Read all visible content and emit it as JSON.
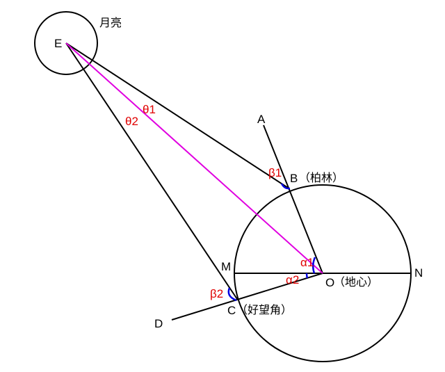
{
  "labels": {
    "E": "E",
    "moon": "月亮",
    "A": "A",
    "B": "B",
    "berlin": "（柏林）",
    "M": "M",
    "N": "N",
    "O": "O",
    "earth_center": "（地心）",
    "C": "C",
    "cape": "（好望角）",
    "D": "D",
    "theta1": "θ1",
    "theta2": "θ2",
    "beta1": "β1",
    "beta2": "β2",
    "alpha1": "α1",
    "alpha2": "α2"
  },
  "colors": {
    "line": "#000000",
    "highlight_line": "#e000e0",
    "angle_label": "#e00000",
    "angle_arc": "#0000e0"
  }
}
